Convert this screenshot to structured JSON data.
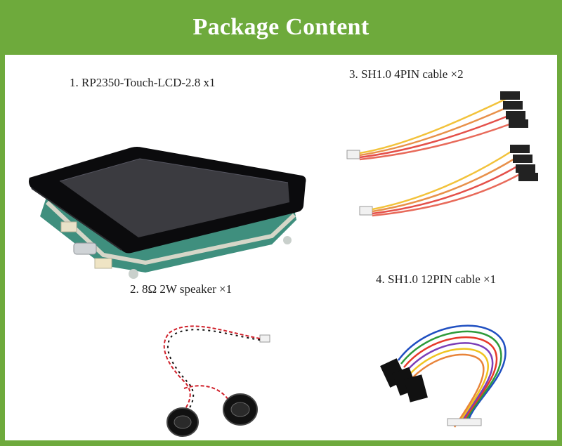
{
  "header": {
    "title": "Package Content"
  },
  "items": [
    {
      "caption": "1. RP2350-Touch-LCD-2.8 x1"
    },
    {
      "caption": "3. SH1.0 4PIN cable ×2"
    },
    {
      "caption": "2. 8Ω 2W speaker ×1"
    },
    {
      "caption": "4. SH1.0 12PIN cable ×1"
    }
  ],
  "colors": {
    "banner": "#6eaa3c",
    "text": "#222222",
    "panel": "#ffffff"
  }
}
